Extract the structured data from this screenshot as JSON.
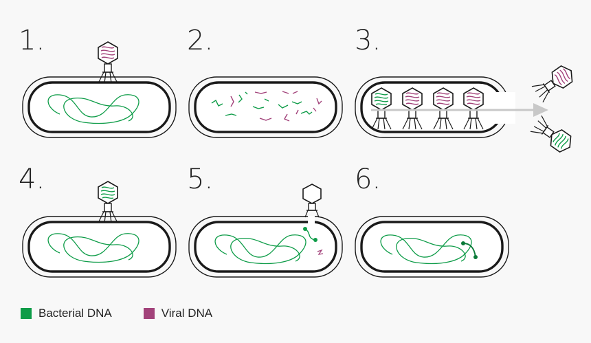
{
  "steps": [
    "1.",
    "2.",
    "3.",
    "4.",
    "5.",
    "6."
  ],
  "legend": {
    "bacterial": {
      "label": "Bacterial DNA",
      "color": "#0e9c48"
    },
    "viral": {
      "label": "Viral DNA",
      "color": "#a2427a"
    }
  },
  "colors": {
    "outline": "#1a1a1a",
    "wall": "#f8f8f8",
    "arrow": "#c8c8c8"
  }
}
